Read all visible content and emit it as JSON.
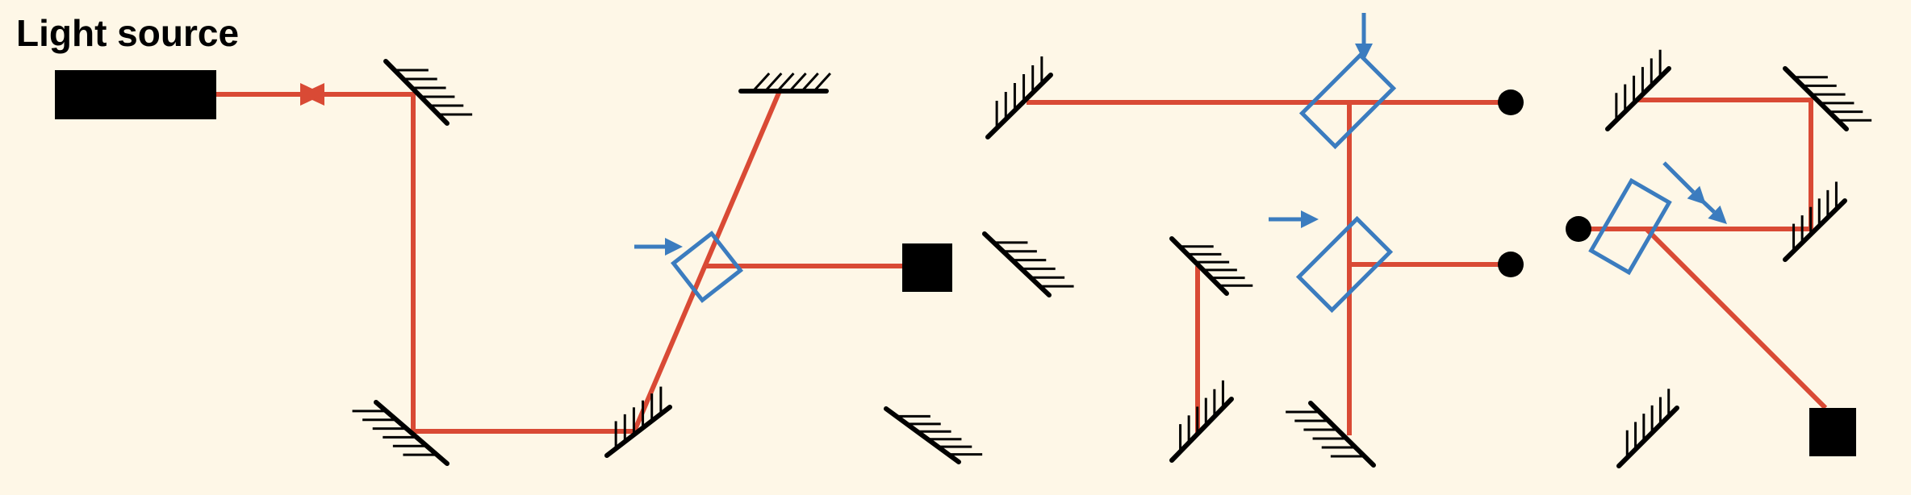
{
  "title": "Light source",
  "colors": {
    "background": "#fef7e7",
    "beam": "#d94a35",
    "splitter": "#3b7cbf",
    "ink": "#000000"
  },
  "components": {
    "light_source": "light-source",
    "mirrors": "mirror",
    "beam_splitters": "beam-splitter",
    "detectors_square": "detector-square",
    "detectors_round": "detector-dot",
    "arrows": "arrow"
  }
}
